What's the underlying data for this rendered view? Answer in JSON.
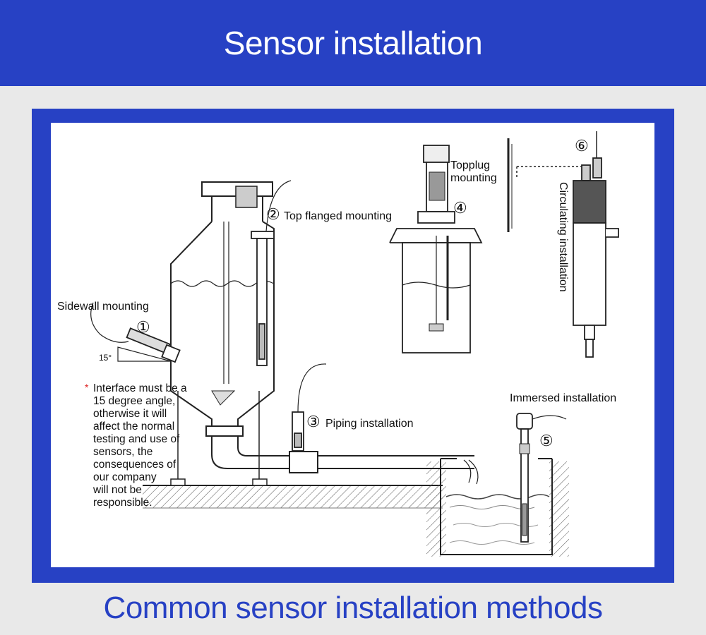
{
  "header": {
    "title": "Sensor installation"
  },
  "diagram": {
    "labels": {
      "sidewall": "Sidewall mounting",
      "top_flanged": "Top flanged mounting",
      "piping": "Piping installation",
      "topplug_line1": "Topplug",
      "topplug_line2": "mounting",
      "circulating": "Circulating installation",
      "immersed": "Immersed installation",
      "angle": "15°"
    },
    "markers": [
      "①",
      "②",
      "③",
      "④",
      "⑤",
      "⑥"
    ],
    "note": {
      "asterisk": "*",
      "lines": [
        "Interface must be a",
        "15 degree angle,",
        "otherwise it will",
        "affect the normal",
        "testing and use of",
        "sensors, the",
        "consequences of",
        "our company",
        "will not be",
        "responsible."
      ]
    }
  },
  "footer": {
    "title": "Common sensor installation methods"
  }
}
